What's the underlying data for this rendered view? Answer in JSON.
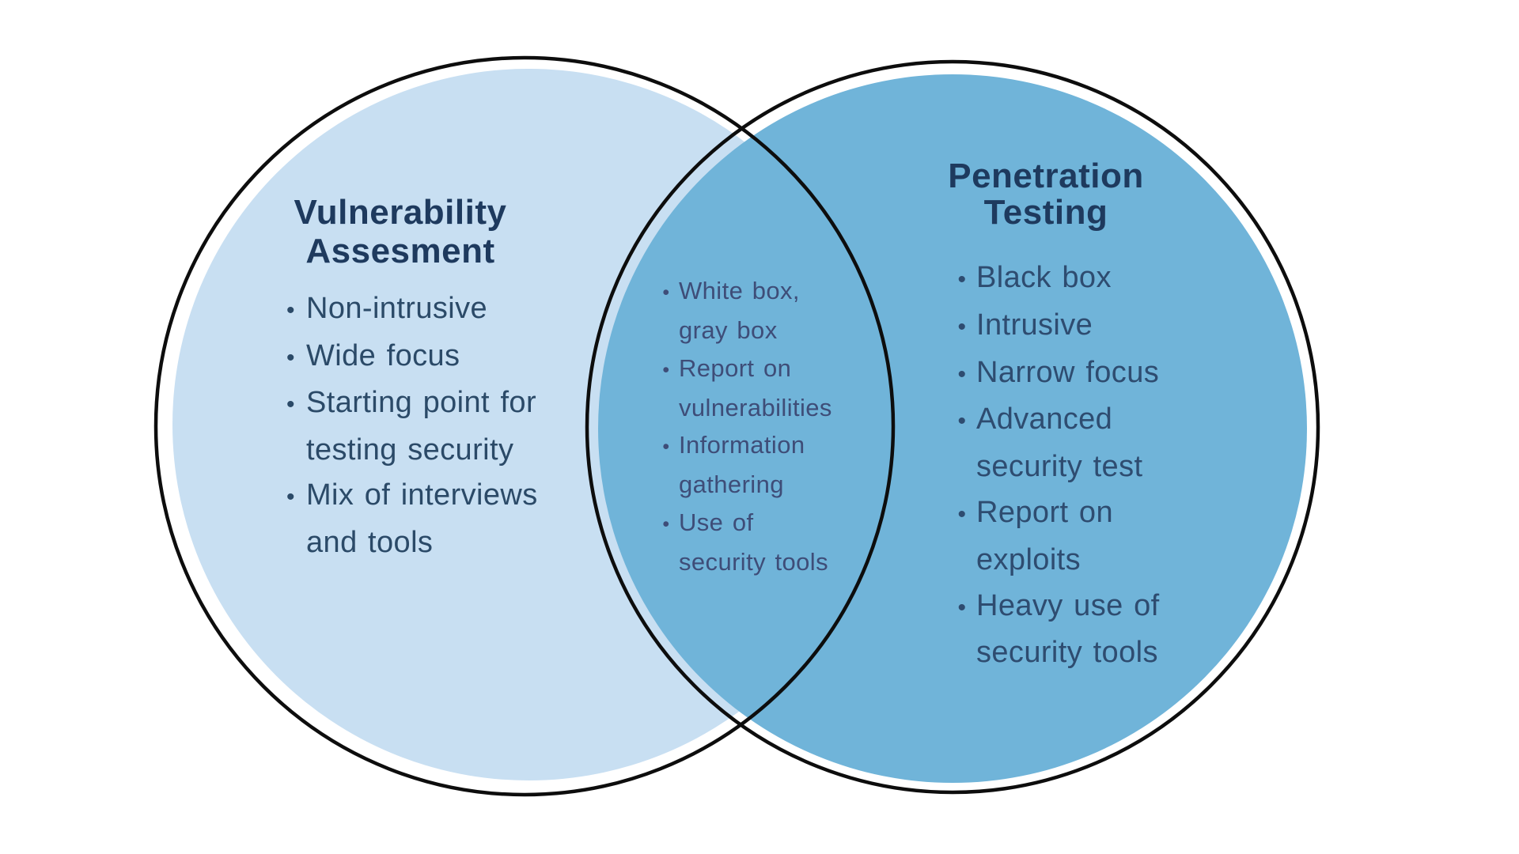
{
  "bullet_char": "•",
  "colors": {
    "bg": "#ffffff",
    "left_fill": "#c8dff2",
    "right_fill": "#70b4d9",
    "outline": "#0d0d0d",
    "title_text": "#1e3a5e",
    "side_text": "#2b4a68",
    "side_text2": "#2e4c70",
    "overlap_text": "#3e4d78"
  },
  "venn": {
    "left": {
      "title_lines": [
        "Vulnerability",
        "Assesment"
      ],
      "items": [
        {
          "text": "Non-intrusive"
        },
        {
          "text": "Wide focus"
        },
        {
          "text": "Starting point for"
        },
        {
          "text": "testing security",
          "cont": true
        },
        {
          "text": "Mix of interviews"
        },
        {
          "text": "and tools",
          "cont": true
        }
      ]
    },
    "overlap": {
      "items": [
        {
          "text": "White box,"
        },
        {
          "text": "gray box",
          "cont": true
        },
        {
          "text": "Report on"
        },
        {
          "text": "vulnerabilities",
          "cont": true
        },
        {
          "text": "Information"
        },
        {
          "text": "gathering",
          "cont": true
        },
        {
          "text": "Use of"
        },
        {
          "text": "security tools",
          "cont": true
        }
      ]
    },
    "right": {
      "title_lines": [
        "Penetration",
        "Testing"
      ],
      "items": [
        {
          "text": "Black box"
        },
        {
          "text": "Intrusive"
        },
        {
          "text": "Narrow focus"
        },
        {
          "text": "Advanced"
        },
        {
          "text": "security test",
          "cont": true
        },
        {
          "text": "Report on"
        },
        {
          "text": "exploits",
          "cont": true
        },
        {
          "text": "Heavy use of"
        },
        {
          "text": "security tools",
          "cont": true
        }
      ]
    }
  }
}
